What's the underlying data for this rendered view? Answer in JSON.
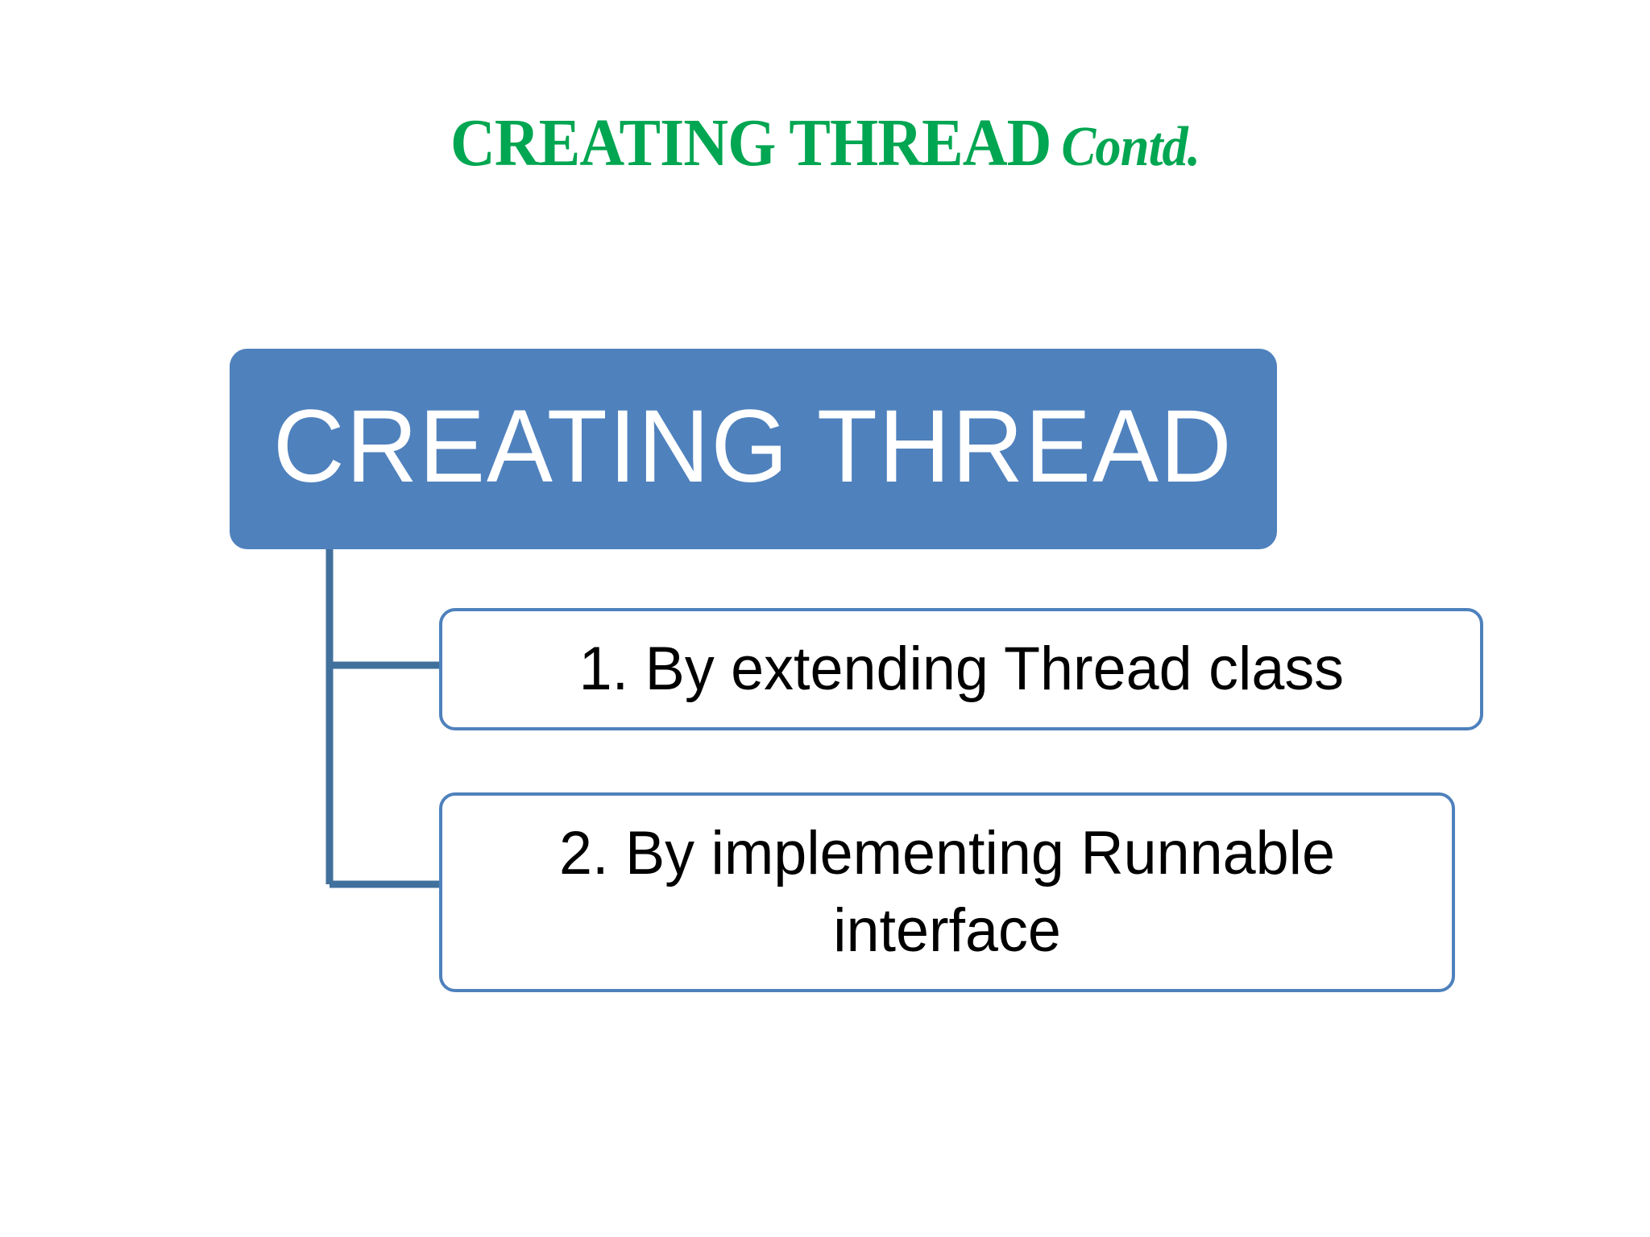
{
  "slide": {
    "background_color": "#FFFFFF",
    "title": {
      "main": "CREATING THREAD",
      "contd": "Contd.",
      "color": "#00A651"
    }
  },
  "diagram": {
    "type": "hierarchy",
    "accent_color": "#4F81BD",
    "connector_color": "#41709C",
    "root": {
      "label": "CREATING THREAD",
      "fill_color": "#4F81BD",
      "text_color": "#FFFFFF"
    },
    "children": [
      {
        "label": "1. By extending Thread class",
        "fill_color": "#FFFFFF",
        "border_color": "#4E81BC",
        "text_color": "#000000"
      },
      {
        "label": "2. By implementing Runnable interface",
        "fill_color": "#FFFFFF",
        "border_color": "#4E81BC",
        "text_color": "#000000"
      }
    ]
  }
}
